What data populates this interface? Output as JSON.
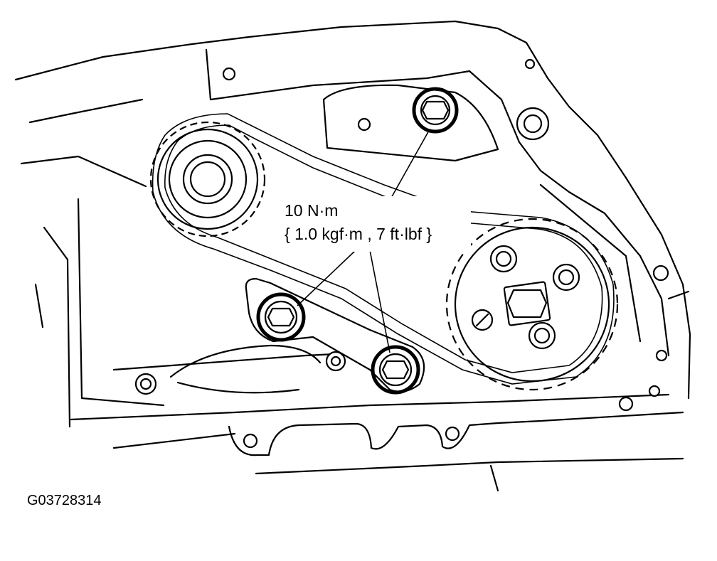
{
  "callout": {
    "torque_nm": "10 N·m",
    "torque_alt": "{ 1.0 kgf·m , 7 ft·lbf }"
  },
  "figure_id": "G03728314"
}
